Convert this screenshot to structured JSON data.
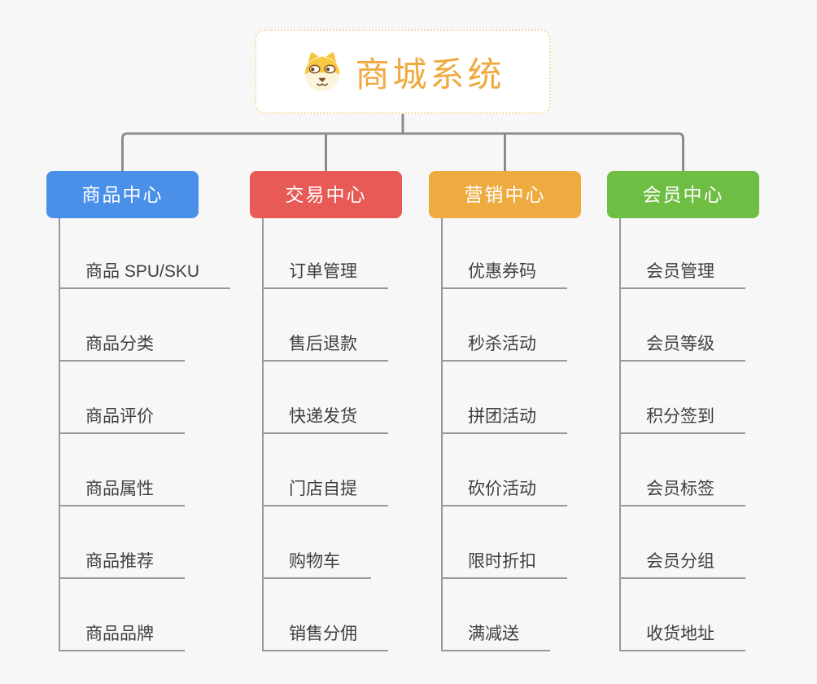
{
  "canvas_bg": "#F7F7F7",
  "connector_color": "#8C8C8C",
  "line_color": "#999999",
  "root": {
    "title": "商城系统",
    "icon": "dog-face-icon",
    "text_color": "#EFA93F",
    "border_color": "#F4DCA9",
    "bg": "#FFFFFF"
  },
  "branches": [
    {
      "label": "商品中心",
      "color": "#4A90E8",
      "children": [
        "商品 SPU/SKU",
        "商品分类",
        "商品评价",
        "商品属性",
        "商品推荐",
        "商品品牌"
      ]
    },
    {
      "label": "交易中心",
      "color": "#E85A56",
      "children": [
        "订单管理",
        "售后退款",
        "快递发货",
        "门店自提",
        "购物车",
        "销售分佣"
      ]
    },
    {
      "label": "营销中心",
      "color": "#EEAB40",
      "children": [
        "优惠券码",
        "秒杀活动",
        "拼团活动",
        "砍价活动",
        "限时折扣",
        "满减送"
      ]
    },
    {
      "label": "会员中心",
      "color": "#6FBE44",
      "children": [
        "会员管理",
        "会员等级",
        "积分签到",
        "会员标签",
        "会员分组",
        "收货地址"
      ]
    }
  ]
}
